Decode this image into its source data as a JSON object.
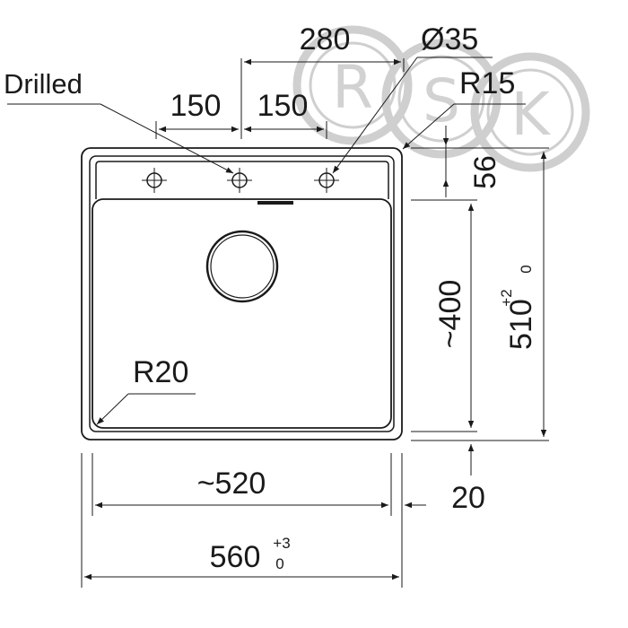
{
  "watermark": {
    "letters": [
      "R",
      "S",
      "K"
    ],
    "color": "#cccccc"
  },
  "callouts": {
    "drilled": "Drilled",
    "r20": "R20",
    "r15": "R15",
    "hole_diameter": "Ø35"
  },
  "dimensions": {
    "holes_total": "280",
    "hole_spacing_left": "150",
    "hole_spacing_right": "150",
    "deck_depth": "56",
    "bowl_depth": "~400",
    "total_depth": "510",
    "total_depth_tol_upper": "+2",
    "total_depth_tol_lower": "0",
    "bowl_width": "~520",
    "edge_offset": "20",
    "total_width": "560",
    "total_width_tol_upper": "+3",
    "total_width_tol_lower": "0"
  },
  "colors": {
    "line": "#1a1a1a",
    "background": "#ffffff"
  }
}
